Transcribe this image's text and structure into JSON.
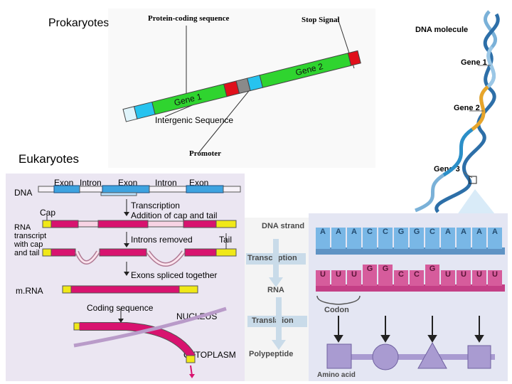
{
  "prokaryotes": {
    "heading": "Prokaryotes",
    "protein_coding_label": "Protein-coding sequence",
    "stop_signal_label": "Stop Signal",
    "gene1_label": "Gene 1",
    "gene2_label": "Gene 2",
    "intergenic_label": "Intergenic Sequence",
    "promoter_label": "Promoter"
  },
  "eukaryotes": {
    "heading": "Eukaryotes",
    "top_labels": [
      "Exon",
      "Intron",
      "Exon",
      "Intron",
      "Exon"
    ],
    "dna_label": "DNA",
    "cap_label": "Cap",
    "transcription_line1": "Transcription",
    "transcription_line2": "Addition of cap and tail",
    "rna_label_lines": [
      "RNA",
      "transcript",
      "with cap",
      "and tail"
    ],
    "introns_removed": "Introns removed",
    "tail_label": "Tail",
    "exons_spliced": "Exons spliced together",
    "mrna_label": "m.RNA",
    "coding_sequence": "Coding sequence",
    "nucleus_label": "NUCLEUS",
    "cytoplasm_label": "CYTOPLASM"
  },
  "dna_helix": {
    "molecule_label": "DNA molecule",
    "gene1": "Gene 1",
    "gene2": "Gene 2",
    "gene3": "Gene 3"
  },
  "central_dogma": {
    "dna_strand": "DNA strand",
    "transcription": "Transcription",
    "rna": "RNA",
    "translation": "Translation",
    "polypeptide": "Polypeptide",
    "codon": "Codon",
    "amino_acid": "Amino acid",
    "dna_bases": [
      "A",
      "A",
      "A",
      "C",
      "C",
      "G",
      "G",
      "C",
      "A",
      "A",
      "A",
      "A"
    ],
    "rna_bases": [
      "U",
      "U",
      "U",
      "G",
      "G",
      "C",
      "C",
      "G",
      "U",
      "U",
      "U",
      "U"
    ]
  },
  "colors": {
    "gene_green": "#2fd42f",
    "promoter_cyan": "#27c3ef",
    "stop_red": "#e0101b",
    "exon_blue": "#3ea3e0",
    "mrna_magenta": "#d8136f",
    "tail_yellow": "#f0e818",
    "panel_bg": "#ebe6f2",
    "strand_blue": "#79b7e6",
    "strand_pink": "#d65c9c",
    "amino_purple": "#a99bd1"
  }
}
